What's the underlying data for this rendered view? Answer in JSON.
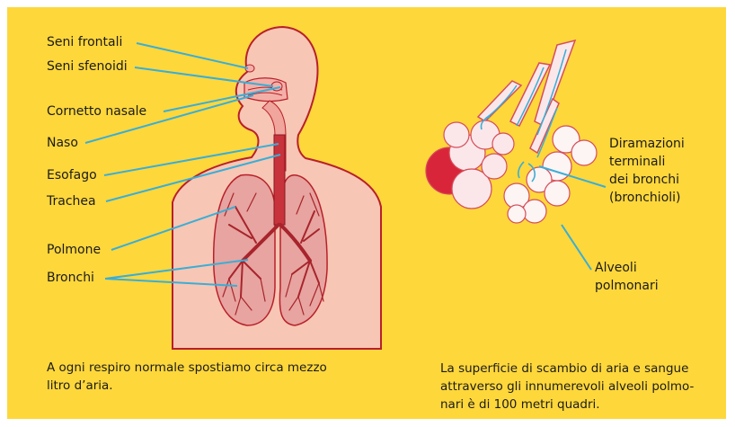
{
  "labels": {
    "seni_frontali": "Seni frontali",
    "seni_sfenoidi": "Seni sfenoidi",
    "cornetto_nasale": "Cornetto nasale",
    "naso": "Naso",
    "esofago": "Esofago",
    "trachea": "Trachea",
    "polmone": "Polmone",
    "bronchi": "Bronchi",
    "diramazioni": "Diramazioni\nterminali\ndei bronchi\n(bronchioli)",
    "alveoli": "Alveoli\npolmonari"
  },
  "captions": {
    "left": "A ogni respiro normale spostiamo circa mezzo\nlitro d’aria.",
    "right": "La superficie di scambio di aria e sangue\nattraverso gli innumerevoli alveoli polmo-\nnari è di 100 metri quadri."
  },
  "colors": {
    "background": "#fed73b",
    "skin": "#f8c6b4",
    "outline": "#b8202a",
    "lung": "#e7a4a0",
    "bronchi": "#a8242c",
    "leader": "#3aaed6",
    "alveolus": "#fbe7ea"
  }
}
